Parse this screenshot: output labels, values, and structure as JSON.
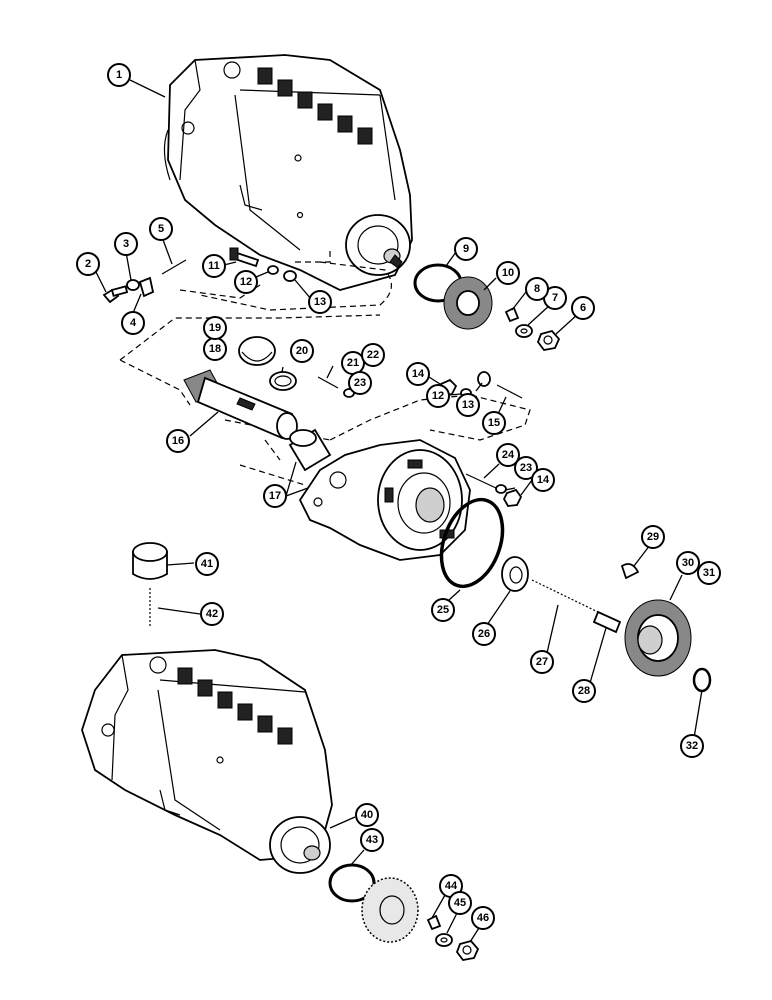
{
  "callouts": {
    "c1": "1",
    "c2": "2",
    "c3": "3",
    "c4": "4",
    "c5": "5",
    "c6": "6",
    "c7": "7",
    "c8": "8",
    "c9": "9",
    "c10": "10",
    "c11": "11",
    "c12a": "12",
    "c12b": "12",
    "c13a": "13",
    "c13b": "13",
    "c14a": "14",
    "c14b": "14",
    "c15": "15",
    "c16": "16",
    "c17": "17",
    "c18": "18",
    "c19": "19",
    "c20": "20",
    "c21": "21",
    "c22": "22",
    "c23a": "23",
    "c23b": "23",
    "c24": "24",
    "c25": "25",
    "c26": "26",
    "c27": "27",
    "c28": "28",
    "c29": "29",
    "c30": "30",
    "c31": "31",
    "c32": "32",
    "c40": "40",
    "c41": "41",
    "c42": "42",
    "c43": "43",
    "c44": "44",
    "c45": "45",
    "c46": "46"
  }
}
